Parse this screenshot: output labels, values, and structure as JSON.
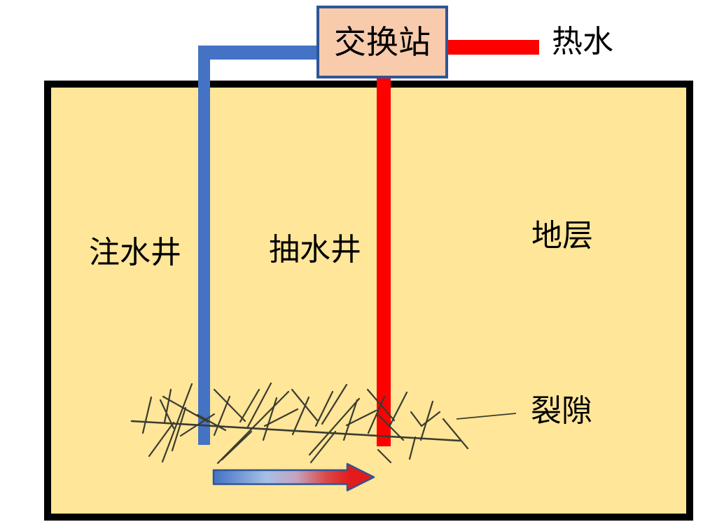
{
  "diagram": {
    "title": "geothermal-well-exchange-diagram",
    "station_label": "交换站",
    "hot_water_label": "热水",
    "injection_well_label": "注水井",
    "pumping_well_label": "抽水井",
    "stratum_label": "地层",
    "fracture_label": "裂隙"
  },
  "colors": {
    "ground_fill": "#FFE699",
    "ground_border": "#000000",
    "station_fill": "#F8CBAD",
    "station_border": "#2F5597",
    "cold_pipe_blue": "#4472C4",
    "hot_pipe_red": "#FF0000",
    "fracture_stroke": "#3B3B2F",
    "arrow_outline": "#2F5597",
    "arrow_red_end": "#E31B1B",
    "text_color": "#000000"
  }
}
